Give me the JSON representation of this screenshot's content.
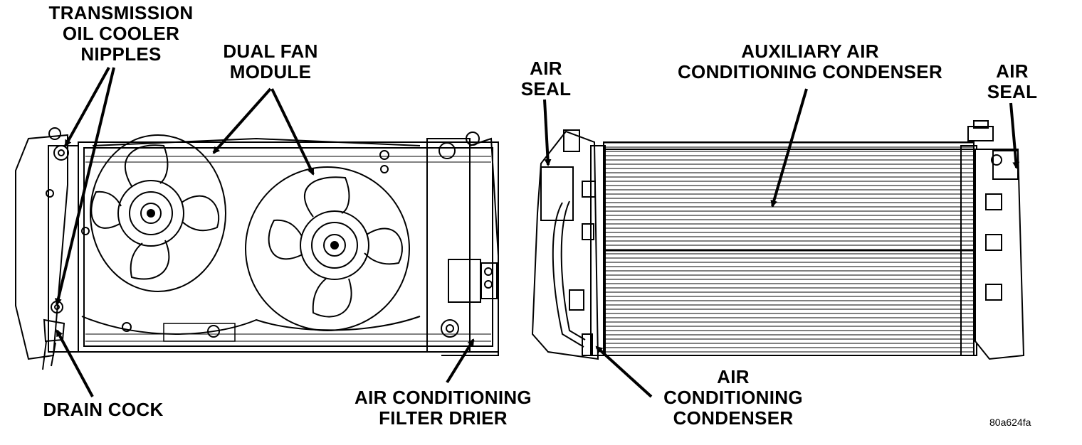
{
  "labels": {
    "trans_cooler": "TRANSMISSION\nOIL COOLER\nNIPPLES",
    "dual_fan": "DUAL FAN\nMODULE",
    "air_seal_left": "AIR\nSEAL",
    "aux_condenser": "AUXILIARY AIR\nCONDITIONING CONDENSER",
    "air_seal_right": "AIR\nSEAL",
    "drain_cock": "DRAIN COCK",
    "filter_drier": "AIR CONDITIONING\nFILTER DRIER",
    "ac_condenser": "AIR\nCONDITIONING\nCONDENSER",
    "figure_code": "80a624fa"
  },
  "colors": {
    "ink": "#000000",
    "paper": "#ffffff"
  }
}
